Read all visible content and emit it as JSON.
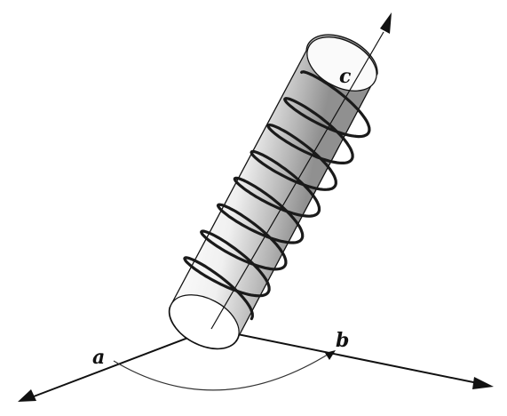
{
  "labels": {
    "a": "a",
    "b": "b",
    "c": "c"
  },
  "colors": {
    "ink": "#111111",
    "cylinder_shade_light": "#ffffff",
    "cylinder_shade_dark": "#8f8f8f",
    "arc": "#333333"
  },
  "icons": {
    "axis_arrowhead": "filled-triangle",
    "helix": "coil-wrapping-cylinder"
  }
}
